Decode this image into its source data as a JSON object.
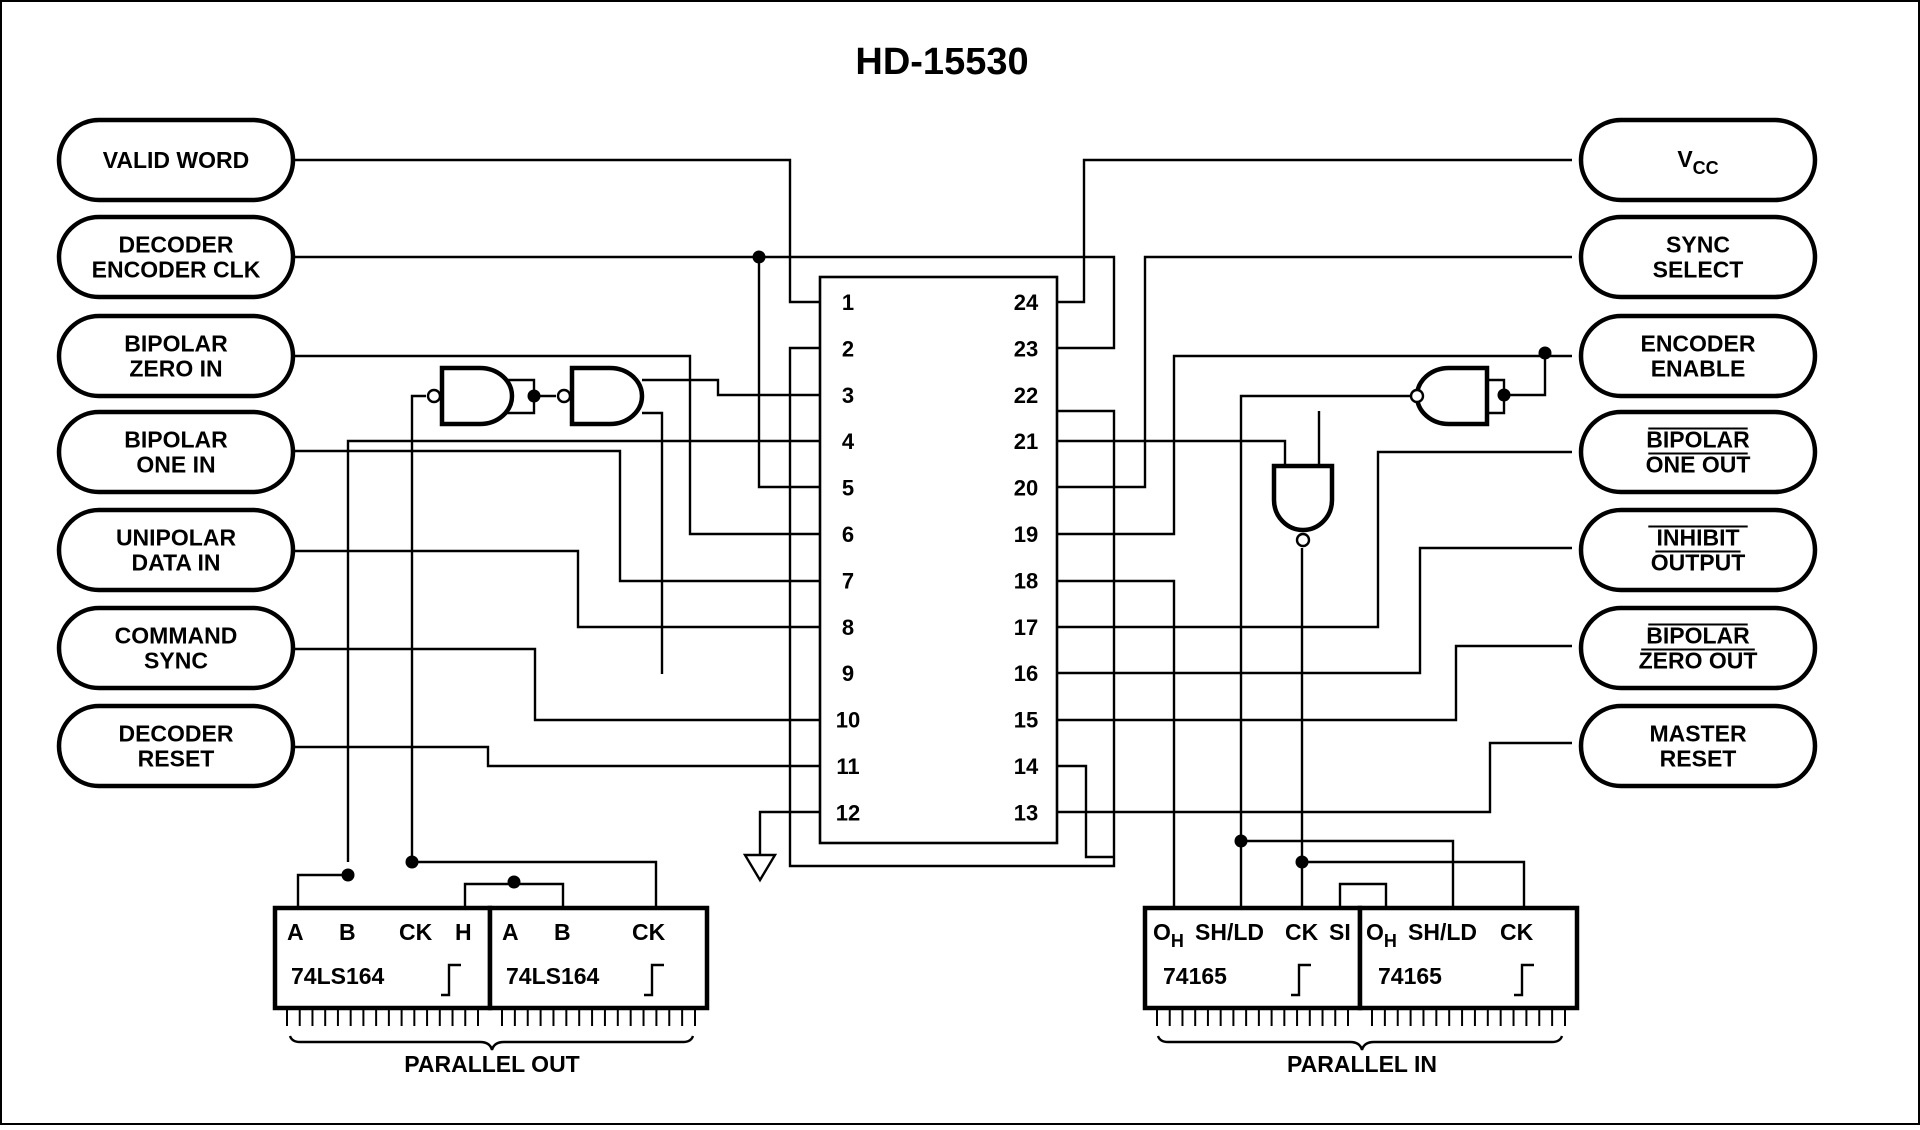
{
  "title": "HD-15530",
  "left_signals": [
    {
      "lines": [
        "VALID WORD"
      ],
      "pin": 1
    },
    {
      "lines": [
        "DECODER",
        "ENCODER CLK"
      ],
      "pin": 5
    },
    {
      "lines": [
        "BIPOLAR",
        "ZERO IN"
      ],
      "pin": 6
    },
    {
      "lines": [
        "BIPOLAR",
        "ONE IN"
      ],
      "pin": 7
    },
    {
      "lines": [
        "UNIPOLAR",
        "DATA IN"
      ],
      "pin": 8
    },
    {
      "lines": [
        "COMMAND",
        "SYNC"
      ],
      "pin": 10
    },
    {
      "lines": [
        "DECODER",
        "RESET"
      ],
      "pin": 11
    }
  ],
  "right_signals": [
    {
      "text": "V",
      "sub": "CC",
      "pin": 24
    },
    {
      "lines": [
        "SYNC",
        "SELECT"
      ],
      "pin": 20
    },
    {
      "lines": [
        "ENCODER",
        "ENABLE"
      ],
      "pin": 19
    },
    {
      "lines": [
        "BIPOLAR",
        "ONE OUT"
      ],
      "overline": true,
      "pin": 17
    },
    {
      "lines": [
        "INHIBIT",
        "OUTPUT"
      ],
      "overline": true,
      "pin": 16
    },
    {
      "lines": [
        "BIPOLAR",
        "ZERO OUT"
      ],
      "overline": true,
      "pin": 15
    },
    {
      "lines": [
        "MASTER",
        "RESET"
      ],
      "pin": 13
    }
  ],
  "ic": {
    "left_pins": [
      "1",
      "2",
      "3",
      "4",
      "5",
      "6",
      "7",
      "8",
      "9",
      "10",
      "11",
      "12"
    ],
    "right_pins": [
      "24",
      "23",
      "22",
      "21",
      "20",
      "19",
      "18",
      "17",
      "16",
      "15",
      "14",
      "13"
    ]
  },
  "shift_out": {
    "chips": [
      {
        "name": "74LS164",
        "pins": [
          "A",
          "B",
          "CK",
          "H"
        ]
      },
      {
        "name": "74LS164",
        "pins": [
          "A",
          "B",
          "CK"
        ]
      }
    ],
    "bus_label": "PARALLEL OUT"
  },
  "shift_in": {
    "chips": [
      {
        "name": "74165",
        "pins": [
          "O",
          "SH/LD",
          "CK",
          "SI"
        ],
        "pin_sub": "H"
      },
      {
        "name": "74165",
        "pins": [
          "O",
          "SH/LD",
          "CK"
        ],
        "pin_sub": "H"
      }
    ],
    "bus_label": "PARALLEL IN"
  }
}
